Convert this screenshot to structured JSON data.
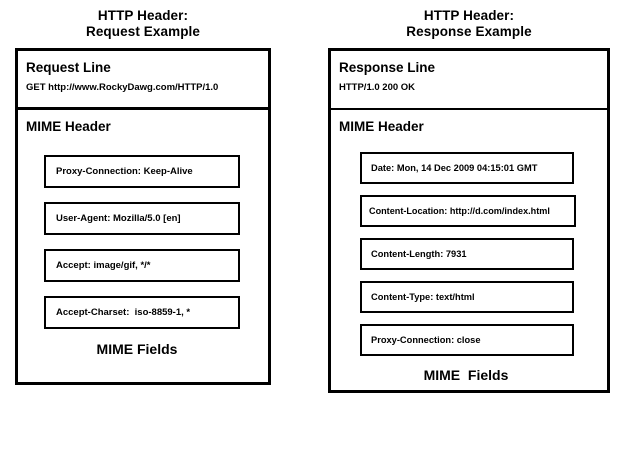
{
  "panels": [
    {
      "title_line1": "HTTP Header:",
      "title_line2": "Request Example",
      "start_line_heading": "Request Line",
      "start_line_value": "GET http://www.RockyDawg.com/HTTP/1.0",
      "mime_heading": "MIME Header",
      "fields": [
        "Proxy-Connection: Keep-Alive",
        "User-Agent: Mozilla/5.0 [en]",
        "Accept: image/gif, */*",
        "Accept-Charset:  iso-8859-1, *"
      ],
      "mime_fields_label": "MIME Fields"
    },
    {
      "title_line1": "HTTP Header:",
      "title_line2": "Response Example",
      "start_line_heading": "Response Line",
      "start_line_value": "HTTP/1.0 200 OK",
      "mime_heading": "MIME Header",
      "fields": [
        "Date: Mon, 14 Dec 2009 04:15:01 GMT",
        "Content-Location: http://d.com/index.html",
        "Content-Length: 7931",
        "Content-Type: text/html",
        "Proxy-Connection: close"
      ],
      "mime_fields_label": "MIME  Fields"
    }
  ],
  "colors": {
    "background": "#ffffff",
    "stroke": "#000000",
    "text": "#000000"
  }
}
